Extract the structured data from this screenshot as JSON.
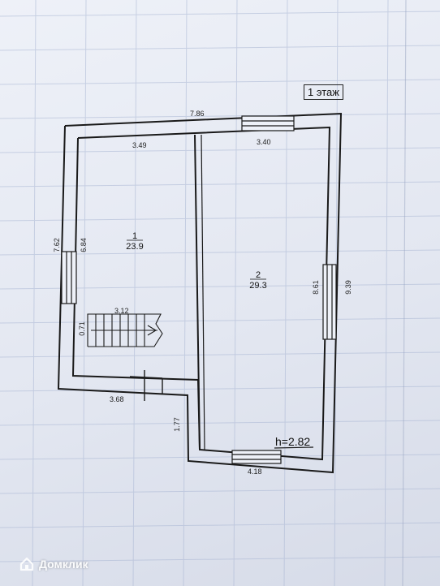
{
  "floor_label": "1 этаж",
  "dimensions": {
    "outer_top": "7.86",
    "room1_top": "3.49",
    "room2_top": "3.40",
    "left_outer": "7.62",
    "left_inner": "6.84",
    "right_inner": "8.61",
    "right_outer": "9.39",
    "stair_width": "3.12",
    "stair_depth": "0.71",
    "bottom_left": "3.68",
    "bottom_step": "1.77",
    "bottom_right": "4.18"
  },
  "rooms": [
    {
      "number": "1",
      "area": "23.9"
    },
    {
      "number": "2",
      "area": "29.3"
    }
  ],
  "ceiling_height": "h=2.82",
  "watermark": "Домклик",
  "icons": [
    "house-logo-icon"
  ]
}
